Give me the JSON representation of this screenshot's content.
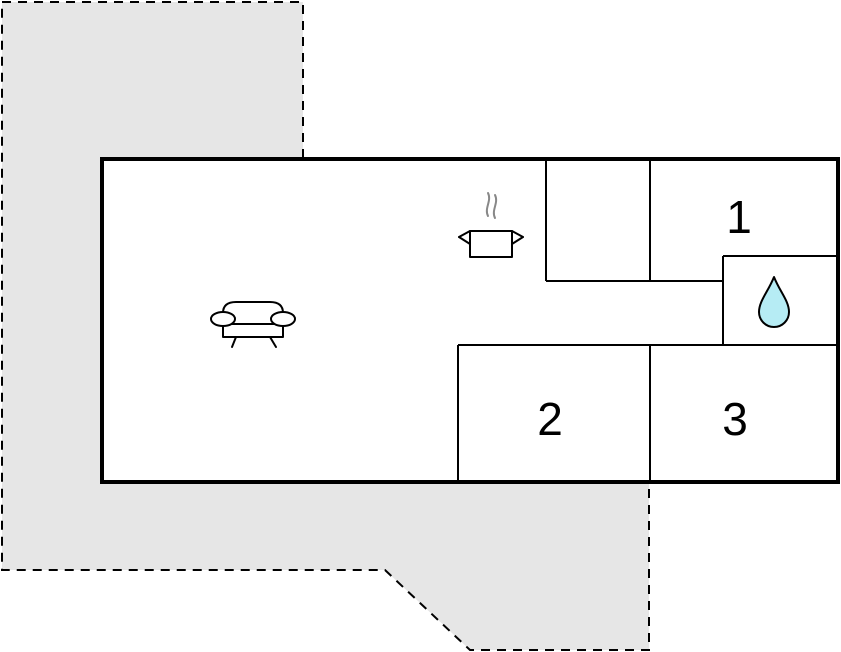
{
  "floorplan": {
    "colors": {
      "terrace_fill": "#e6e6e6",
      "terrace_border": "#000000",
      "wall": "#000000",
      "water_drop": "#b6ecf4",
      "icon_stroke": "#000000"
    },
    "rooms": [
      {
        "number": "1"
      },
      {
        "number": "2"
      },
      {
        "number": "3"
      }
    ],
    "icons": [
      "sofa-icon",
      "kitchen-pot-icon",
      "water-drop-icon"
    ]
  }
}
